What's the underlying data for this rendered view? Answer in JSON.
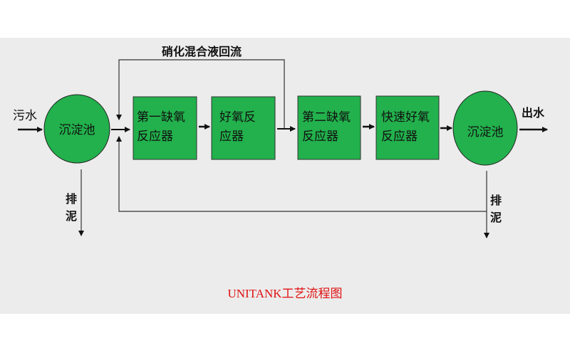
{
  "diagram": {
    "recycle_label": "硝化混合液回流",
    "inflow_label": "污水",
    "outflow_label": "出水",
    "sludge_left": [
      "排",
      "泥"
    ],
    "sludge_right": [
      "排",
      "泥"
    ],
    "clarifier_left": "沉淀池",
    "clarifier_right": "沉淀池",
    "reactors": [
      {
        "line1": "第一缺氧",
        "line2": "反应器"
      },
      {
        "line1": "好氧反",
        "line2": "应器"
      },
      {
        "line1": "第二缺氧",
        "line2": "反应器"
      },
      {
        "line1": "快速好氧",
        "line2": "反应器"
      }
    ],
    "caption": "UNITANK工艺流程图",
    "colors": {
      "fill": "#22b14c",
      "background": "#ececec",
      "caption": "#e01010"
    }
  }
}
